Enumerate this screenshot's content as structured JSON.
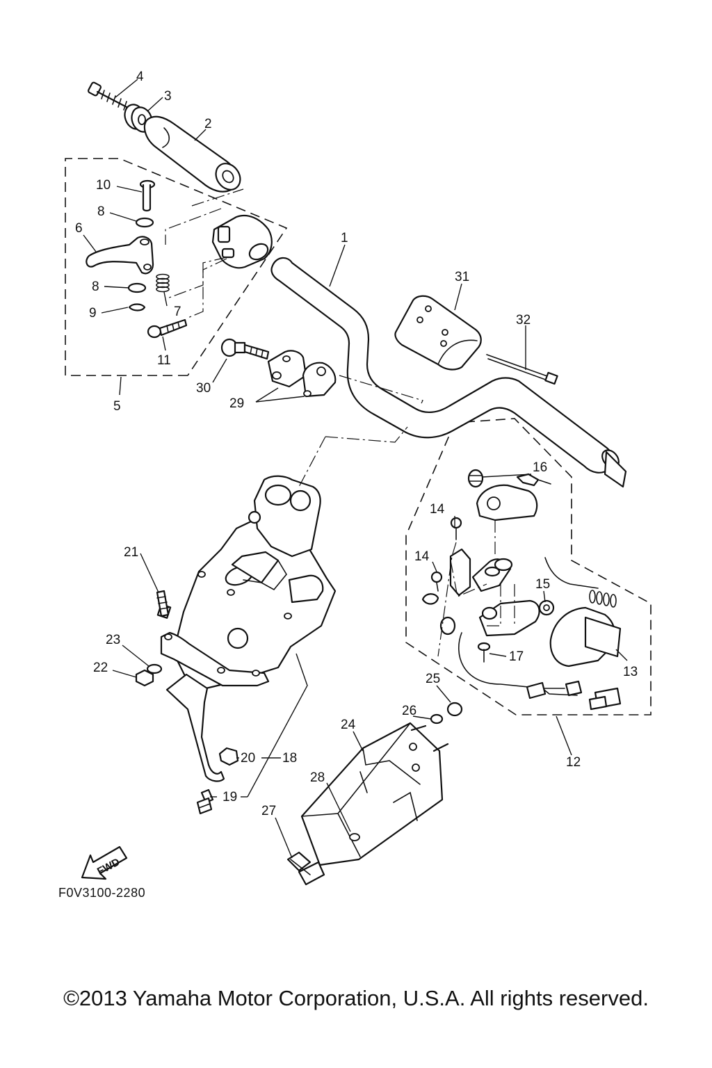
{
  "callouts": [
    "1",
    "2",
    "3",
    "4",
    "5",
    "6",
    "7",
    "8",
    "8",
    "9",
    "10",
    "11",
    "12",
    "13",
    "14",
    "14",
    "15",
    "16",
    "17",
    "18",
    "19",
    "20",
    "21",
    "22",
    "23",
    "24",
    "25",
    "26",
    "27",
    "28",
    "29",
    "30",
    "31",
    "32"
  ],
  "fwd_label": "FWD",
  "drawing_code": "F0V3100-2280",
  "copyright": "©2013 Yamaha Motor Corporation, U.S.A. All rights reserved."
}
